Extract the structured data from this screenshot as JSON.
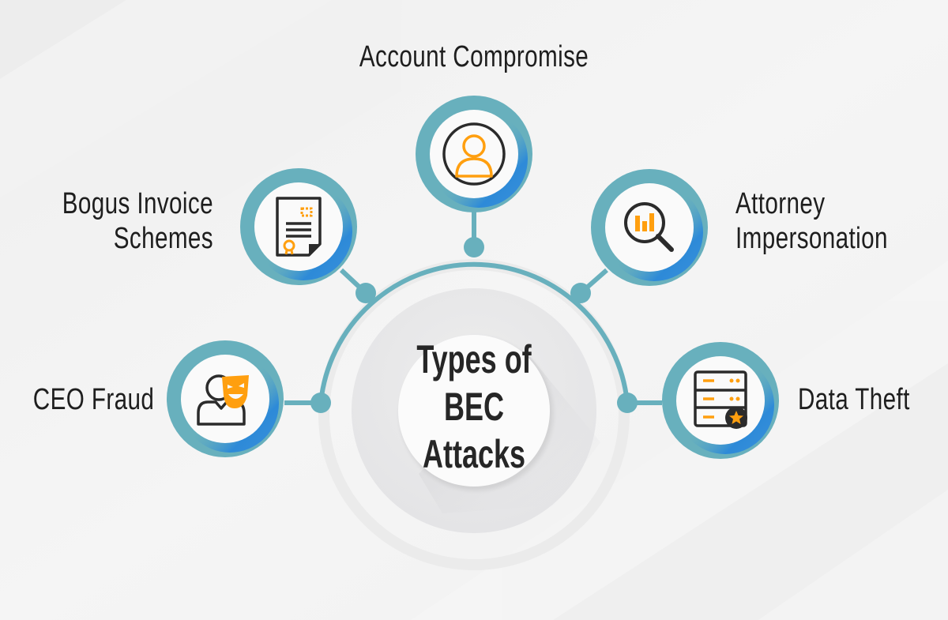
{
  "diagram": {
    "title_lines": [
      "Types of",
      "BEC",
      "Attacks"
    ],
    "nodes": [
      {
        "id": "account-compromise",
        "lines": [
          "Account Compromise"
        ],
        "icon": "user-profile-icon"
      },
      {
        "id": "bogus-invoice",
        "lines": [
          "Bogus Invoice",
          "Schemes"
        ],
        "icon": "invoice-document-icon"
      },
      {
        "id": "attorney-impersonation",
        "lines": [
          "Attorney",
          "Impersonation"
        ],
        "icon": "magnifier-chart-icon"
      },
      {
        "id": "ceo-fraud",
        "lines": [
          "CEO Fraud"
        ],
        "icon": "masked-person-icon"
      },
      {
        "id": "data-theft",
        "lines": [
          "Data Theft"
        ],
        "icon": "server-star-icon"
      }
    ],
    "colors": {
      "ring": "#68b0bd",
      "accent_blue": "#2d8ad8",
      "icon_orange": "#ff9f0f",
      "icon_dark": "#2b2b2b",
      "text": "#1e1e1e",
      "background": "#f2f2f2"
    }
  }
}
